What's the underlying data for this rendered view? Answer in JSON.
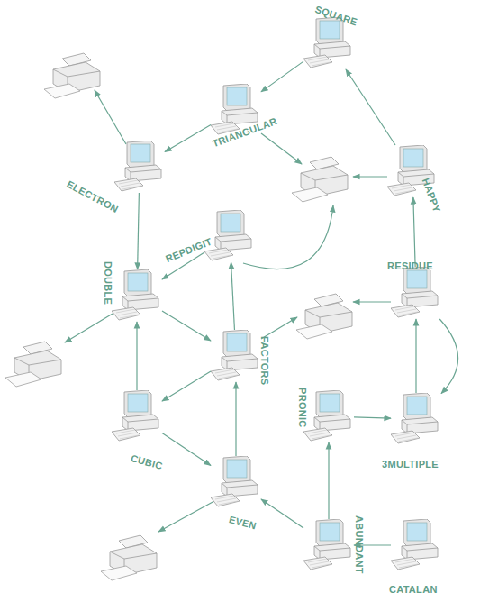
{
  "diagram": {
    "nodes": [
      {
        "text": [
          "SQUARE"
        ]
      },
      {
        "text": [
          "TRIANGULAR"
        ]
      },
      {
        "text": [
          "ELECTRON"
        ]
      },
      {
        "text": [
          "HAPPY"
        ]
      },
      {
        "text": [
          "REPDIGIT"
        ]
      },
      {
        "text": [
          "DOUBLE"
        ]
      },
      {
        "text": [
          "RESIDUE"
        ]
      },
      {
        "text": [
          "FACTORS"
        ]
      },
      {
        "text": [
          "PRONIC"
        ]
      },
      {
        "text": [
          "CUBIC"
        ]
      },
      {
        "text": [
          "3MULTIPLE"
        ]
      },
      {
        "text": [
          "EVEN"
        ]
      },
      {
        "text": [
          "ABUNDANT"
        ]
      },
      {
        "text": [
          "CATALAN"
        ]
      }
    ],
    "edges": [
      {
        "from": 0,
        "to": 1,
        "arrow": "to"
      },
      {
        "from": 1,
        "to": 2,
        "arrow": "to"
      },
      {
        "from": 2,
        "to": 5,
        "arrow": "to"
      },
      {
        "from": 3,
        "to": 0,
        "arrow": "to"
      },
      {
        "from": 6,
        "to": 3,
        "arrow": "to"
      },
      {
        "from": 4,
        "to": 5,
        "arrow": "to"
      },
      {
        "from": 5,
        "to": 7,
        "arrow": "to"
      },
      {
        "from": 7,
        "to": 4,
        "arrow": "to"
      },
      {
        "from": 7,
        "to": 9,
        "arrow": "to"
      },
      {
        "from": 6,
        "to": 10,
        "arrow": "to"
      },
      {
        "from": 10,
        "to": 6,
        "arrow": "to"
      },
      {
        "from": 8,
        "to": 10,
        "arrow": "to"
      },
      {
        "from": 9,
        "to": 5,
        "arrow": "to"
      },
      {
        "from": 9,
        "to": 11,
        "arrow": "to"
      },
      {
        "from": 11,
        "to": 7,
        "arrow": "to"
      },
      {
        "from": 12,
        "to": 11,
        "arrow": "to"
      },
      {
        "from": 12,
        "to": 8,
        "arrow": "to"
      },
      {
        "from": 13,
        "to": 12,
        "arrow": "to"
      }
    ]
  }
}
